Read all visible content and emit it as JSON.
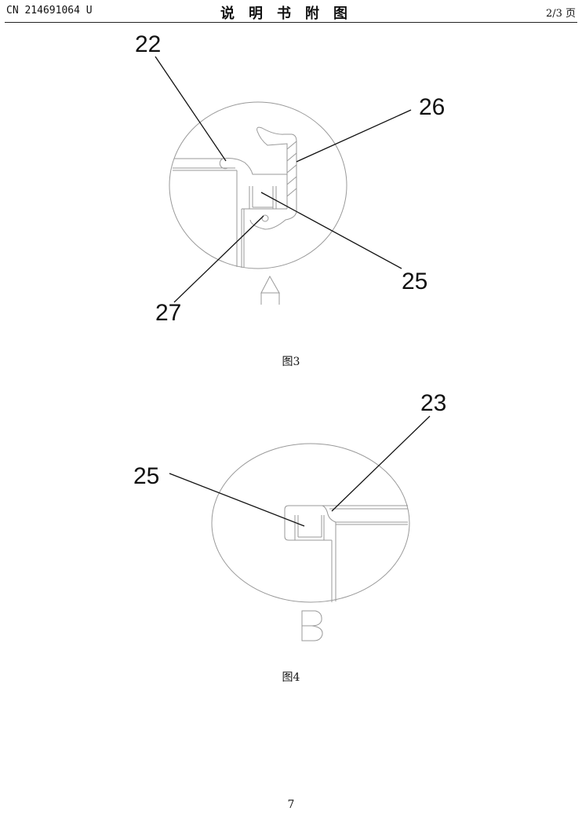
{
  "header": {
    "document_number": "CN 214691064 U",
    "title": "说明书附图",
    "page_indicator": "2/3 页"
  },
  "figures": [
    {
      "caption": "图3",
      "view_letter": "A",
      "reference_numerals": [
        "22",
        "26",
        "25",
        "27"
      ]
    },
    {
      "caption": "图4",
      "view_letter": "B",
      "reference_numerals": [
        "25",
        "23"
      ]
    }
  ],
  "footer": {
    "page_number": "7"
  }
}
